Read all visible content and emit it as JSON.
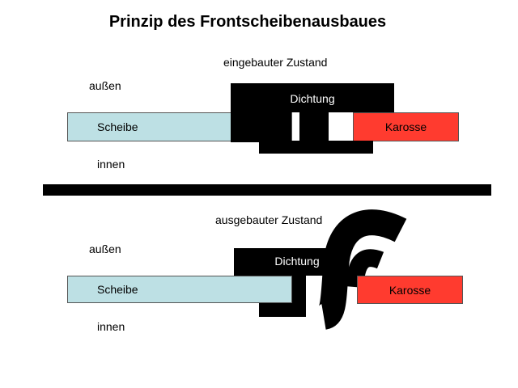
{
  "title": "Prinzip des Frontscheibenausbaues",
  "installed": {
    "state_label": "eingebauter Zustand",
    "outside_label": "außen",
    "inside_label": "innen",
    "glass_label": "Scheibe",
    "seal_label": "Dichtung",
    "body_label": "Karosse"
  },
  "removed": {
    "state_label": "ausgebauter Zustand",
    "outside_label": "außen",
    "inside_label": "innen",
    "glass_label": "Scheibe",
    "seal_label": "Dichtung",
    "body_label": "Karosse"
  },
  "colors": {
    "glass": "#bde0e4",
    "body": "#ff3b2f",
    "seal": "#000000"
  }
}
